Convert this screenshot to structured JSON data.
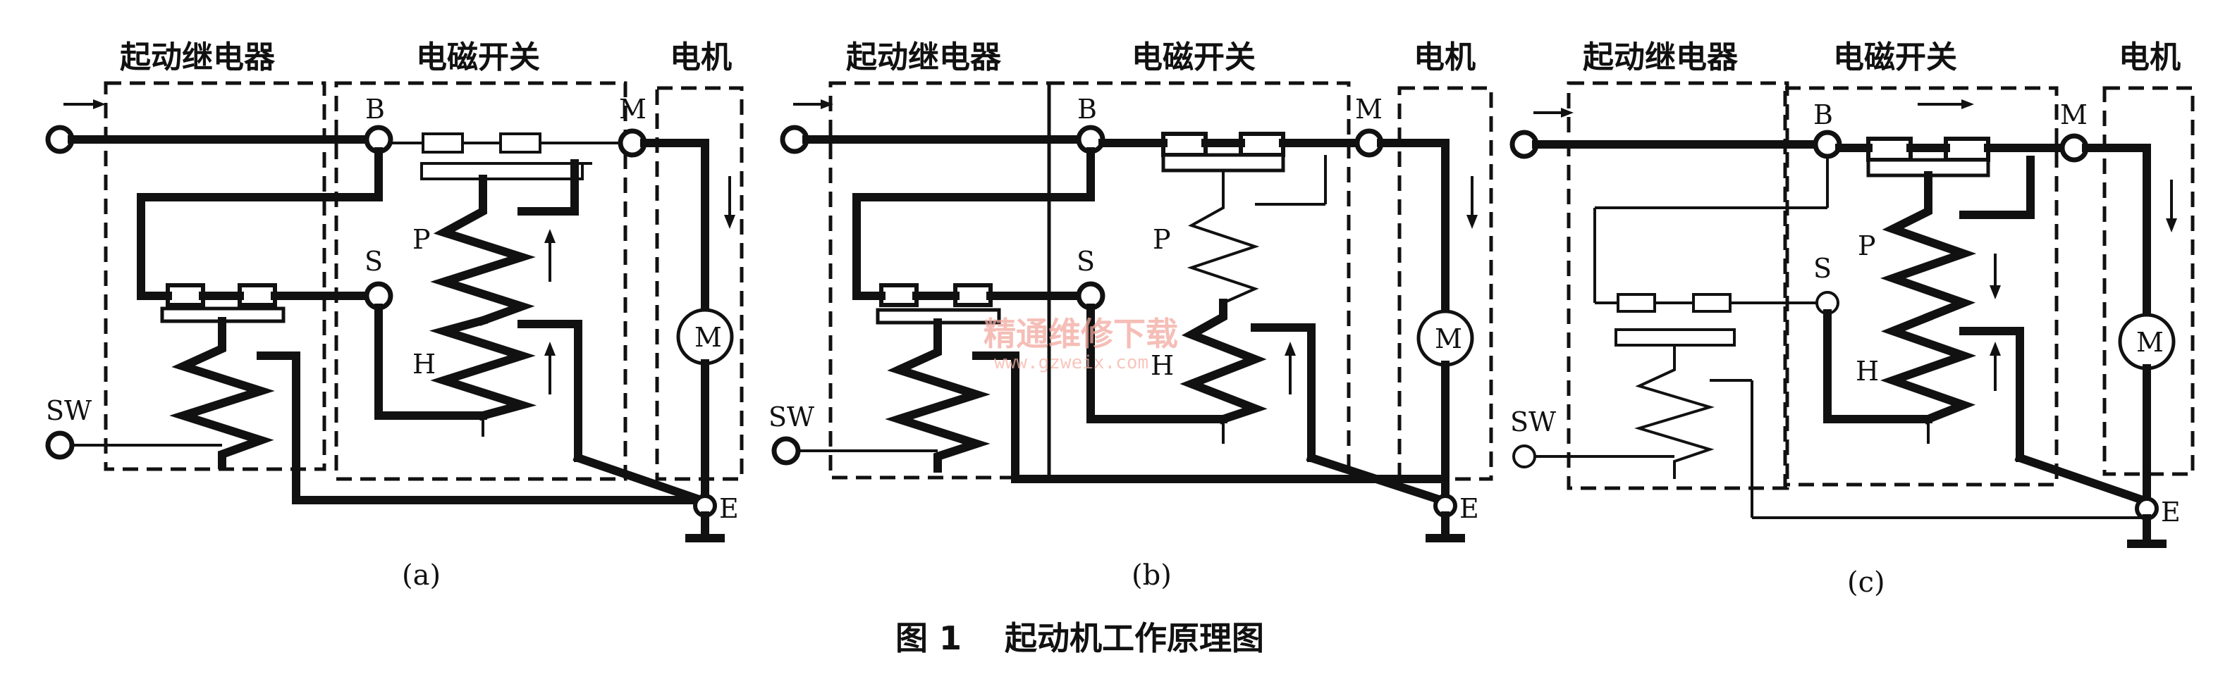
{
  "figure": {
    "number": "图 1",
    "title": "起动机工作原理图"
  },
  "panels": [
    {
      "caption": "(a)",
      "relay_title": "起动继电器",
      "switch_title": "电磁开关",
      "motor_title": "电机",
      "label_b": "B",
      "label_s": "S",
      "label_m": "M",
      "label_e": "E",
      "label_p": "P",
      "label_h": "H",
      "label_sw": "SW",
      "label_motor": "M"
    },
    {
      "caption": "(b)",
      "relay_title": "起动继电器",
      "switch_title": "电磁开关",
      "motor_title": "电机",
      "label_b": "B",
      "label_s": "S",
      "label_m": "M",
      "label_e": "E",
      "label_p": "P",
      "label_h": "H",
      "label_sw": "SW",
      "label_motor": "M"
    },
    {
      "caption": "(c)",
      "relay_title": "起动继电器",
      "switch_title": "电磁开关",
      "motor_title": "电机",
      "label_b": "B",
      "label_s": "S",
      "label_m": "M",
      "label_e": "E",
      "label_p": "P",
      "label_h": "H",
      "label_sw": "SW",
      "label_motor": "M"
    }
  ],
  "watermark": {
    "text": "精通维修下载",
    "url": "www.gzweix.com"
  },
  "colors": {
    "ink": "#111111",
    "background": "#ffffff",
    "watermark": "#f2a9a0"
  }
}
